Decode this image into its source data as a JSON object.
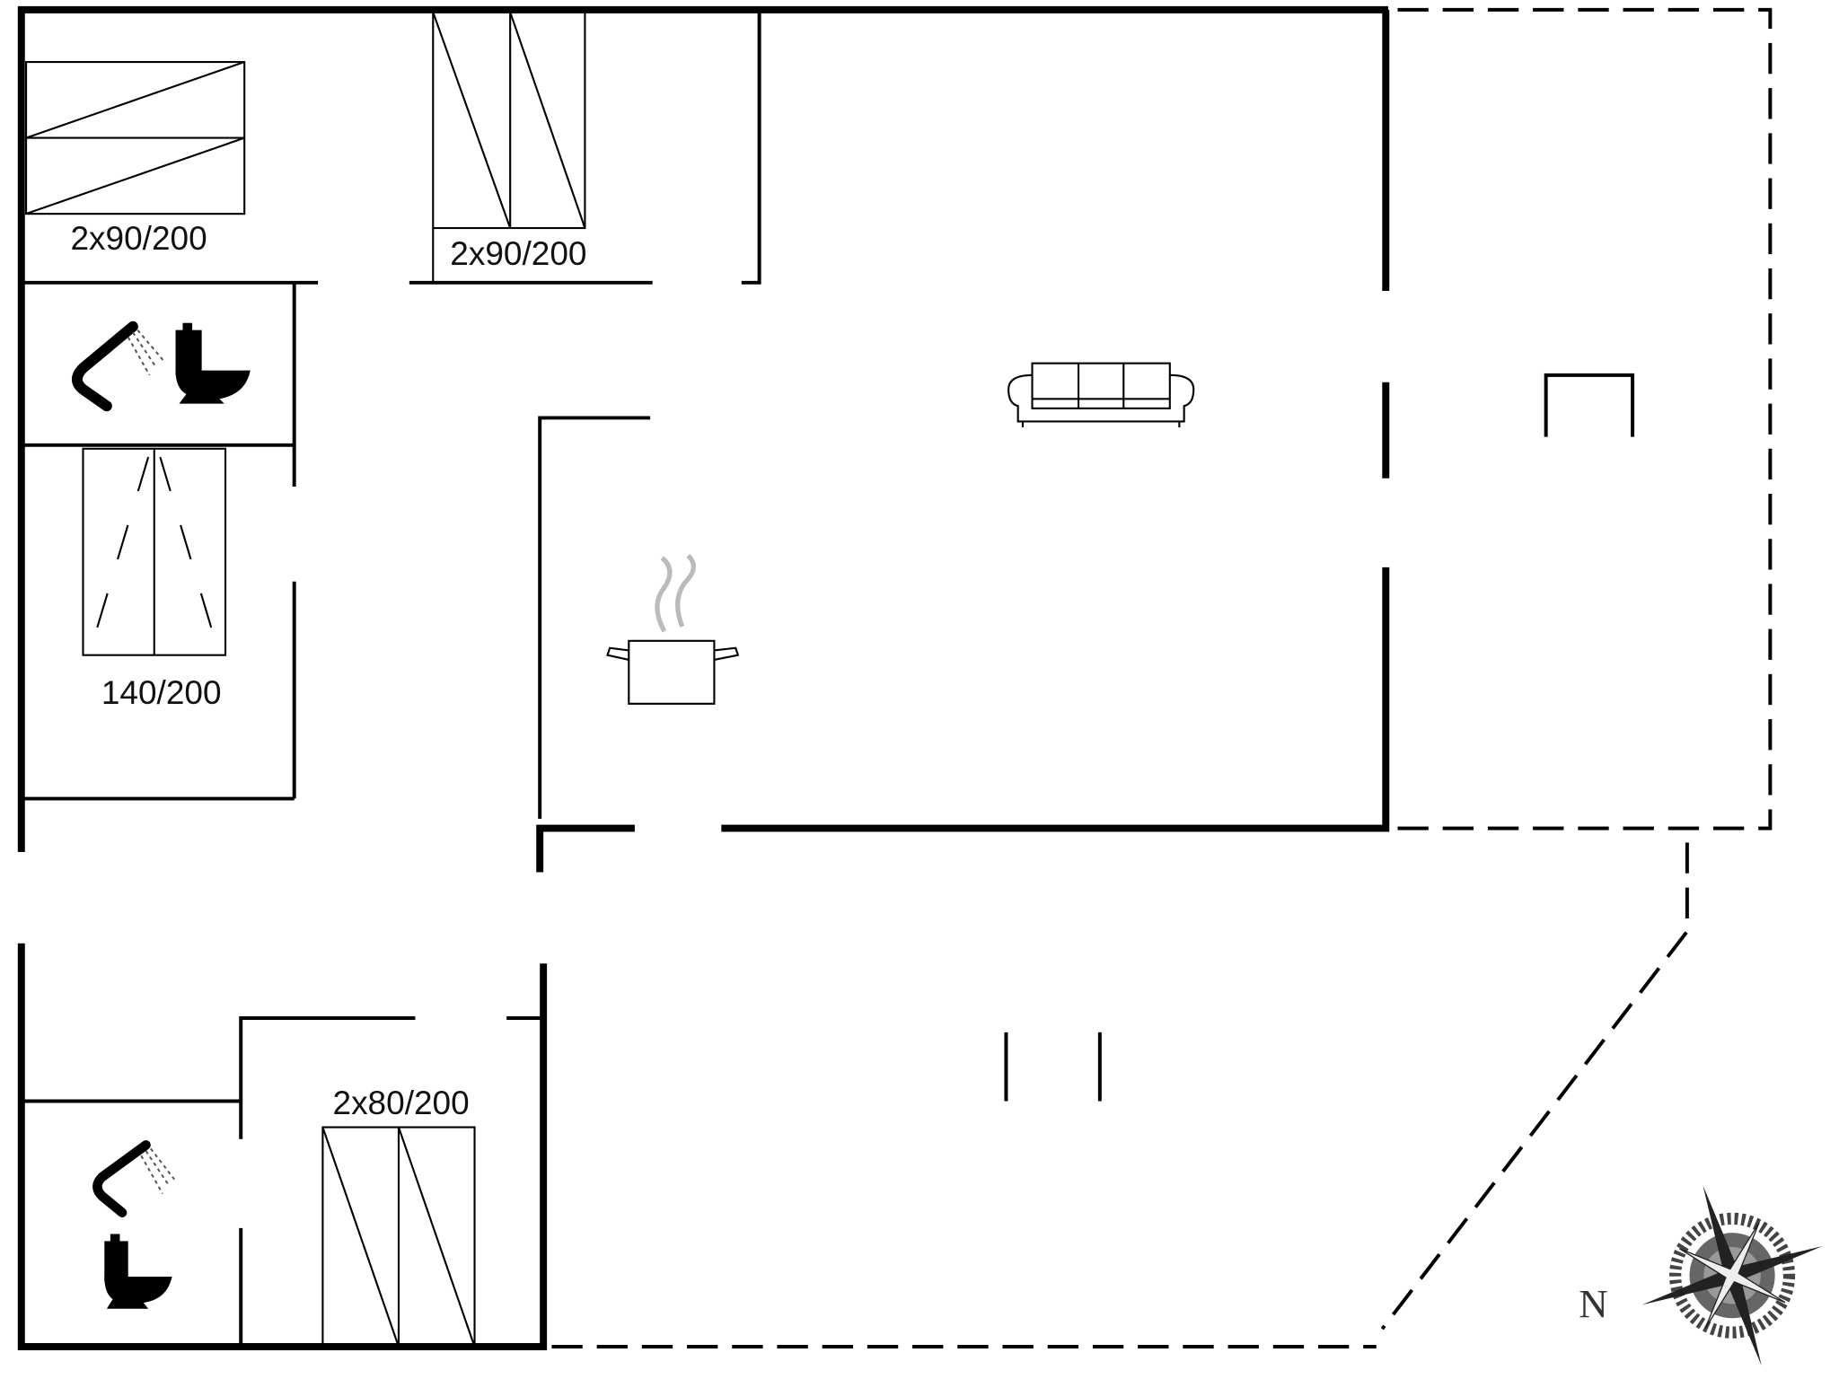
{
  "beds": [
    {
      "label": "2x90/200"
    },
    {
      "label": "2x90/200"
    },
    {
      "label": "140/200"
    },
    {
      "label": "2x80/200"
    }
  ],
  "compass": {
    "north_label": "N"
  },
  "icons": [
    "shower-icon",
    "toilet-icon",
    "sofa-icon",
    "cooking-pot-icon",
    "compass-rose-icon"
  ],
  "colors": {
    "wall": "#000000",
    "background": "#ffffff",
    "steam": "#bbbbbb"
  }
}
